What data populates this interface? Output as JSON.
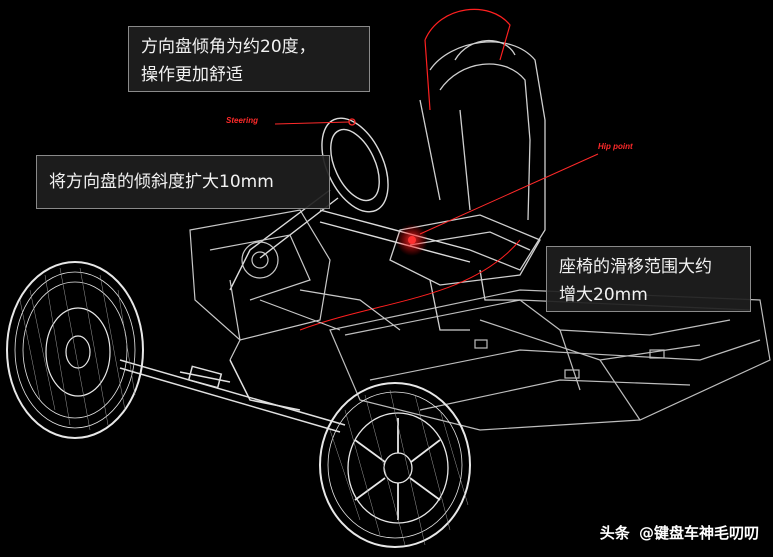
{
  "callouts": {
    "steering_angle": {
      "line1": "方向盘倾角为约20度，",
      "line2": "操作更加舒适"
    },
    "steering_tilt": {
      "line1": "将方向盘的倾斜度扩大10mm"
    },
    "seat_slide": {
      "line1": "座椅的滑移范围大约",
      "line2": "增大20mm"
    }
  },
  "labels": {
    "steering": "Steering",
    "hip_point": "Hip point"
  },
  "watermark": {
    "brand": "头条",
    "account": "@键盘车神毛叨叨"
  },
  "colors": {
    "background": "#000000",
    "linework": "#d8d8d8",
    "accent": "#ff2a2a",
    "callout_bg": "#1e1e1e"
  }
}
